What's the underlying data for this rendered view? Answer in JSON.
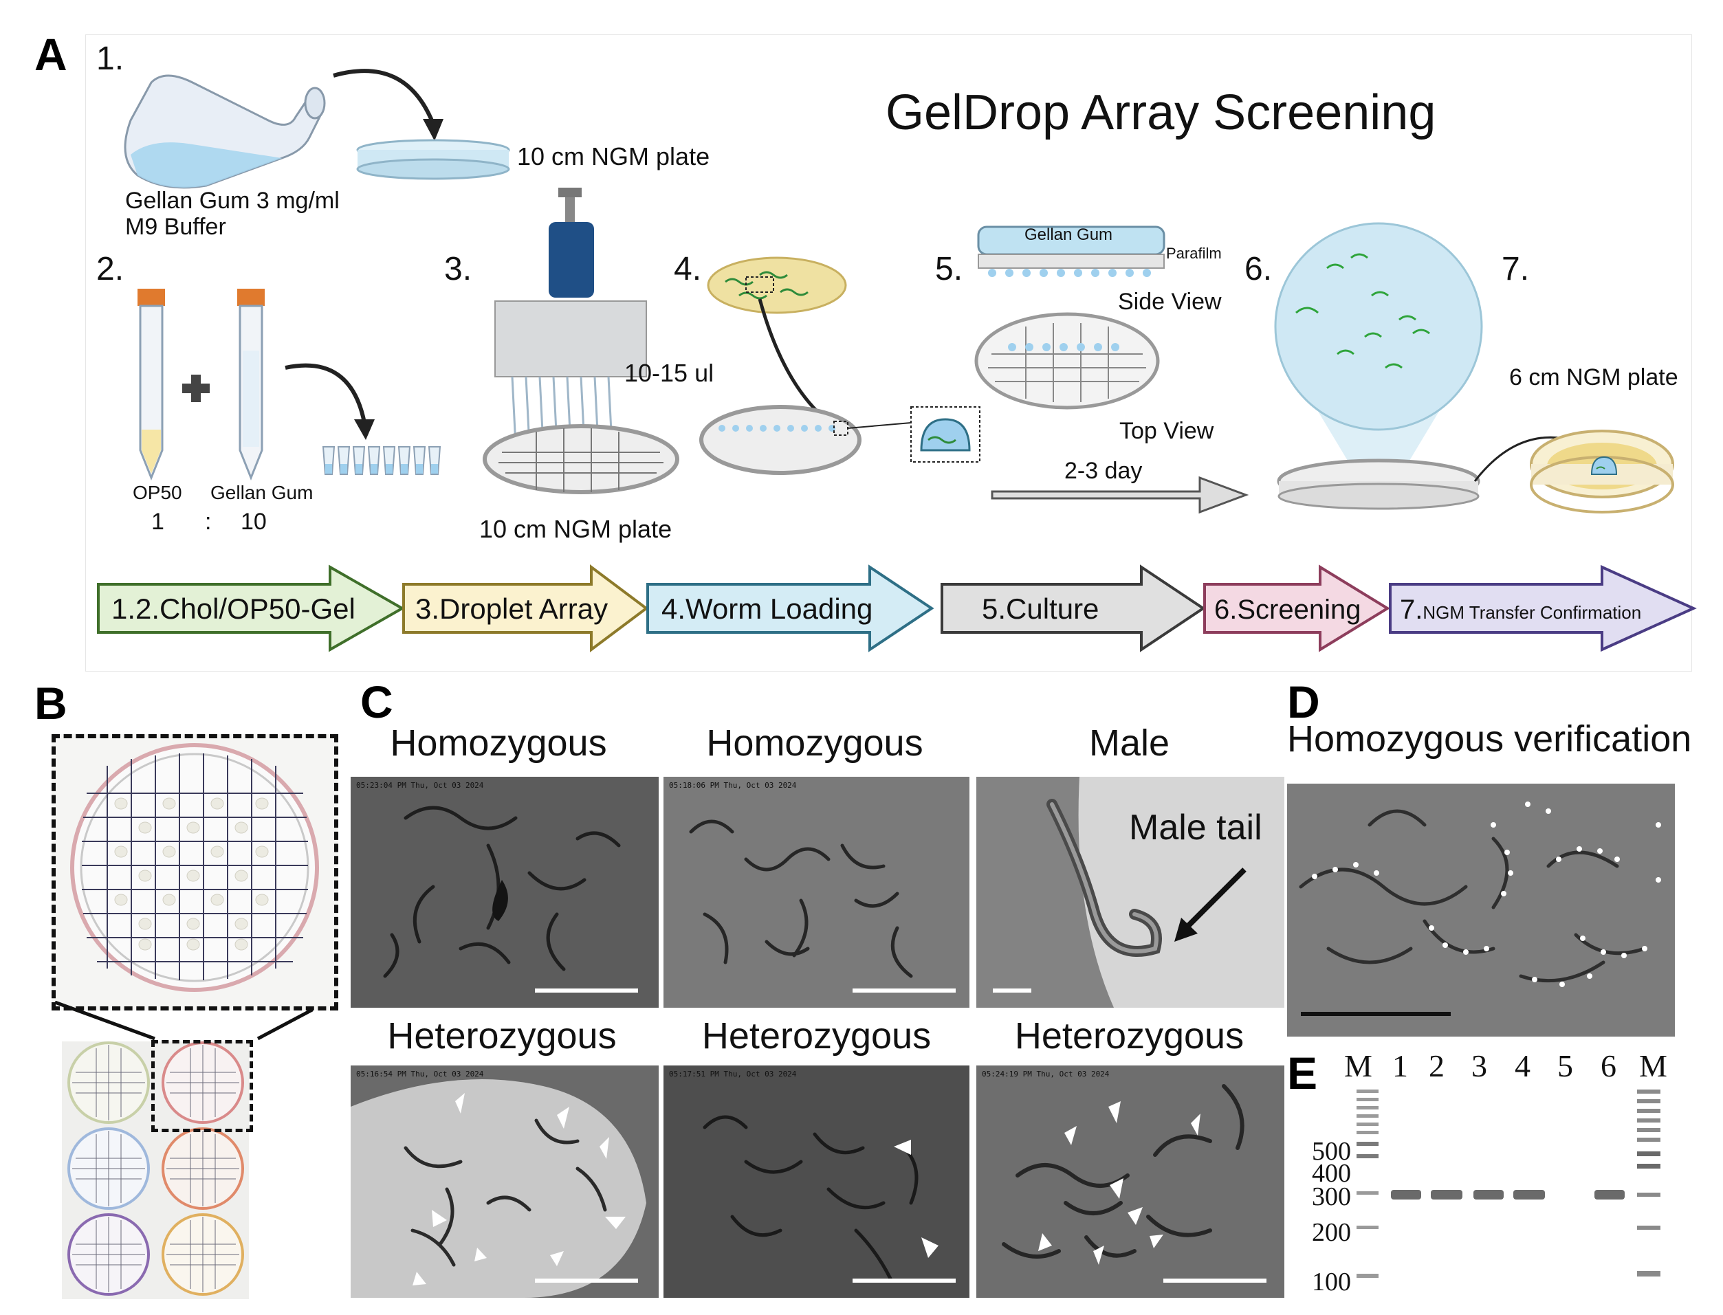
{
  "panels": {
    "a": "A",
    "b": "B",
    "c": "C",
    "d": "D",
    "e": "E"
  },
  "panelA": {
    "title": "GelDrop Array Screening",
    "steps": {
      "s1": "1.",
      "s2": "2.",
      "s3": "3.",
      "s4": "4.",
      "s5": "5.",
      "s6": "6.",
      "s7": "7."
    },
    "plate_top": "10 cm NGM plate",
    "gellan_line1": "Gellan Gum 3 mg/ml",
    "gellan_line2": "M9 Buffer",
    "op50": "OP50",
    "gellan_tube": "Gellan Gum",
    "ratio_left": "1",
    "ratio_colon": ":",
    "ratio_right": "10",
    "volume": "10-15 ul",
    "plate_bottom": "10 cm NGM plate",
    "gellan_gum_box": "Gellan Gum",
    "parafilm": "Parafilm",
    "side_view": "Side View",
    "top_view": "Top View",
    "duration": "2-3 day",
    "plate_small": "6 cm NGM plate",
    "workflow": [
      {
        "label": "1.2.Chol/OP50-Gel",
        "fill": "#e3f1d6",
        "stroke": "#3f6f2a"
      },
      {
        "label": "3.Droplet Array",
        "fill": "#fbf2cf",
        "stroke": "#8d7a2a"
      },
      {
        "label": "4.Worm Loading",
        "fill": "#d4ecf5",
        "stroke": "#2e6f86"
      },
      {
        "label": "5.Culture",
        "fill": "#e0e0e0",
        "stroke": "#3a3a3a"
      },
      {
        "label": "6.Screening",
        "fill": "#f4d9e3",
        "stroke": "#8d3d5c"
      },
      {
        "label": "7.",
        "fill": "#e1def2",
        "stroke": "#4a3c84",
        "small": "NGM Transfer Confirmation"
      }
    ]
  },
  "panelC": {
    "titles": [
      "Homozygous",
      "Homozygous",
      "Male",
      "Heterozygous",
      "Heterozygous",
      "Heterozygous"
    ],
    "stamps": [
      "05:23:04 PM  Thu, Oct 03 2024",
      "05:18:06 PM  Thu, Oct 03 2024",
      "05:16:54 PM  Thu, Oct 03 2024",
      "05:17:51 PM  Thu, Oct 03 2024",
      "05:24:19 PM  Thu, Oct 03 2024"
    ],
    "male_tail": "Male tail"
  },
  "panelD": {
    "title": "Homozygous verification"
  },
  "panelE": {
    "lanes": [
      "M",
      "1",
      "2",
      "3",
      "4",
      "5",
      "6",
      "M"
    ],
    "markers": [
      "500",
      "400",
      "300",
      "200",
      "100"
    ]
  }
}
